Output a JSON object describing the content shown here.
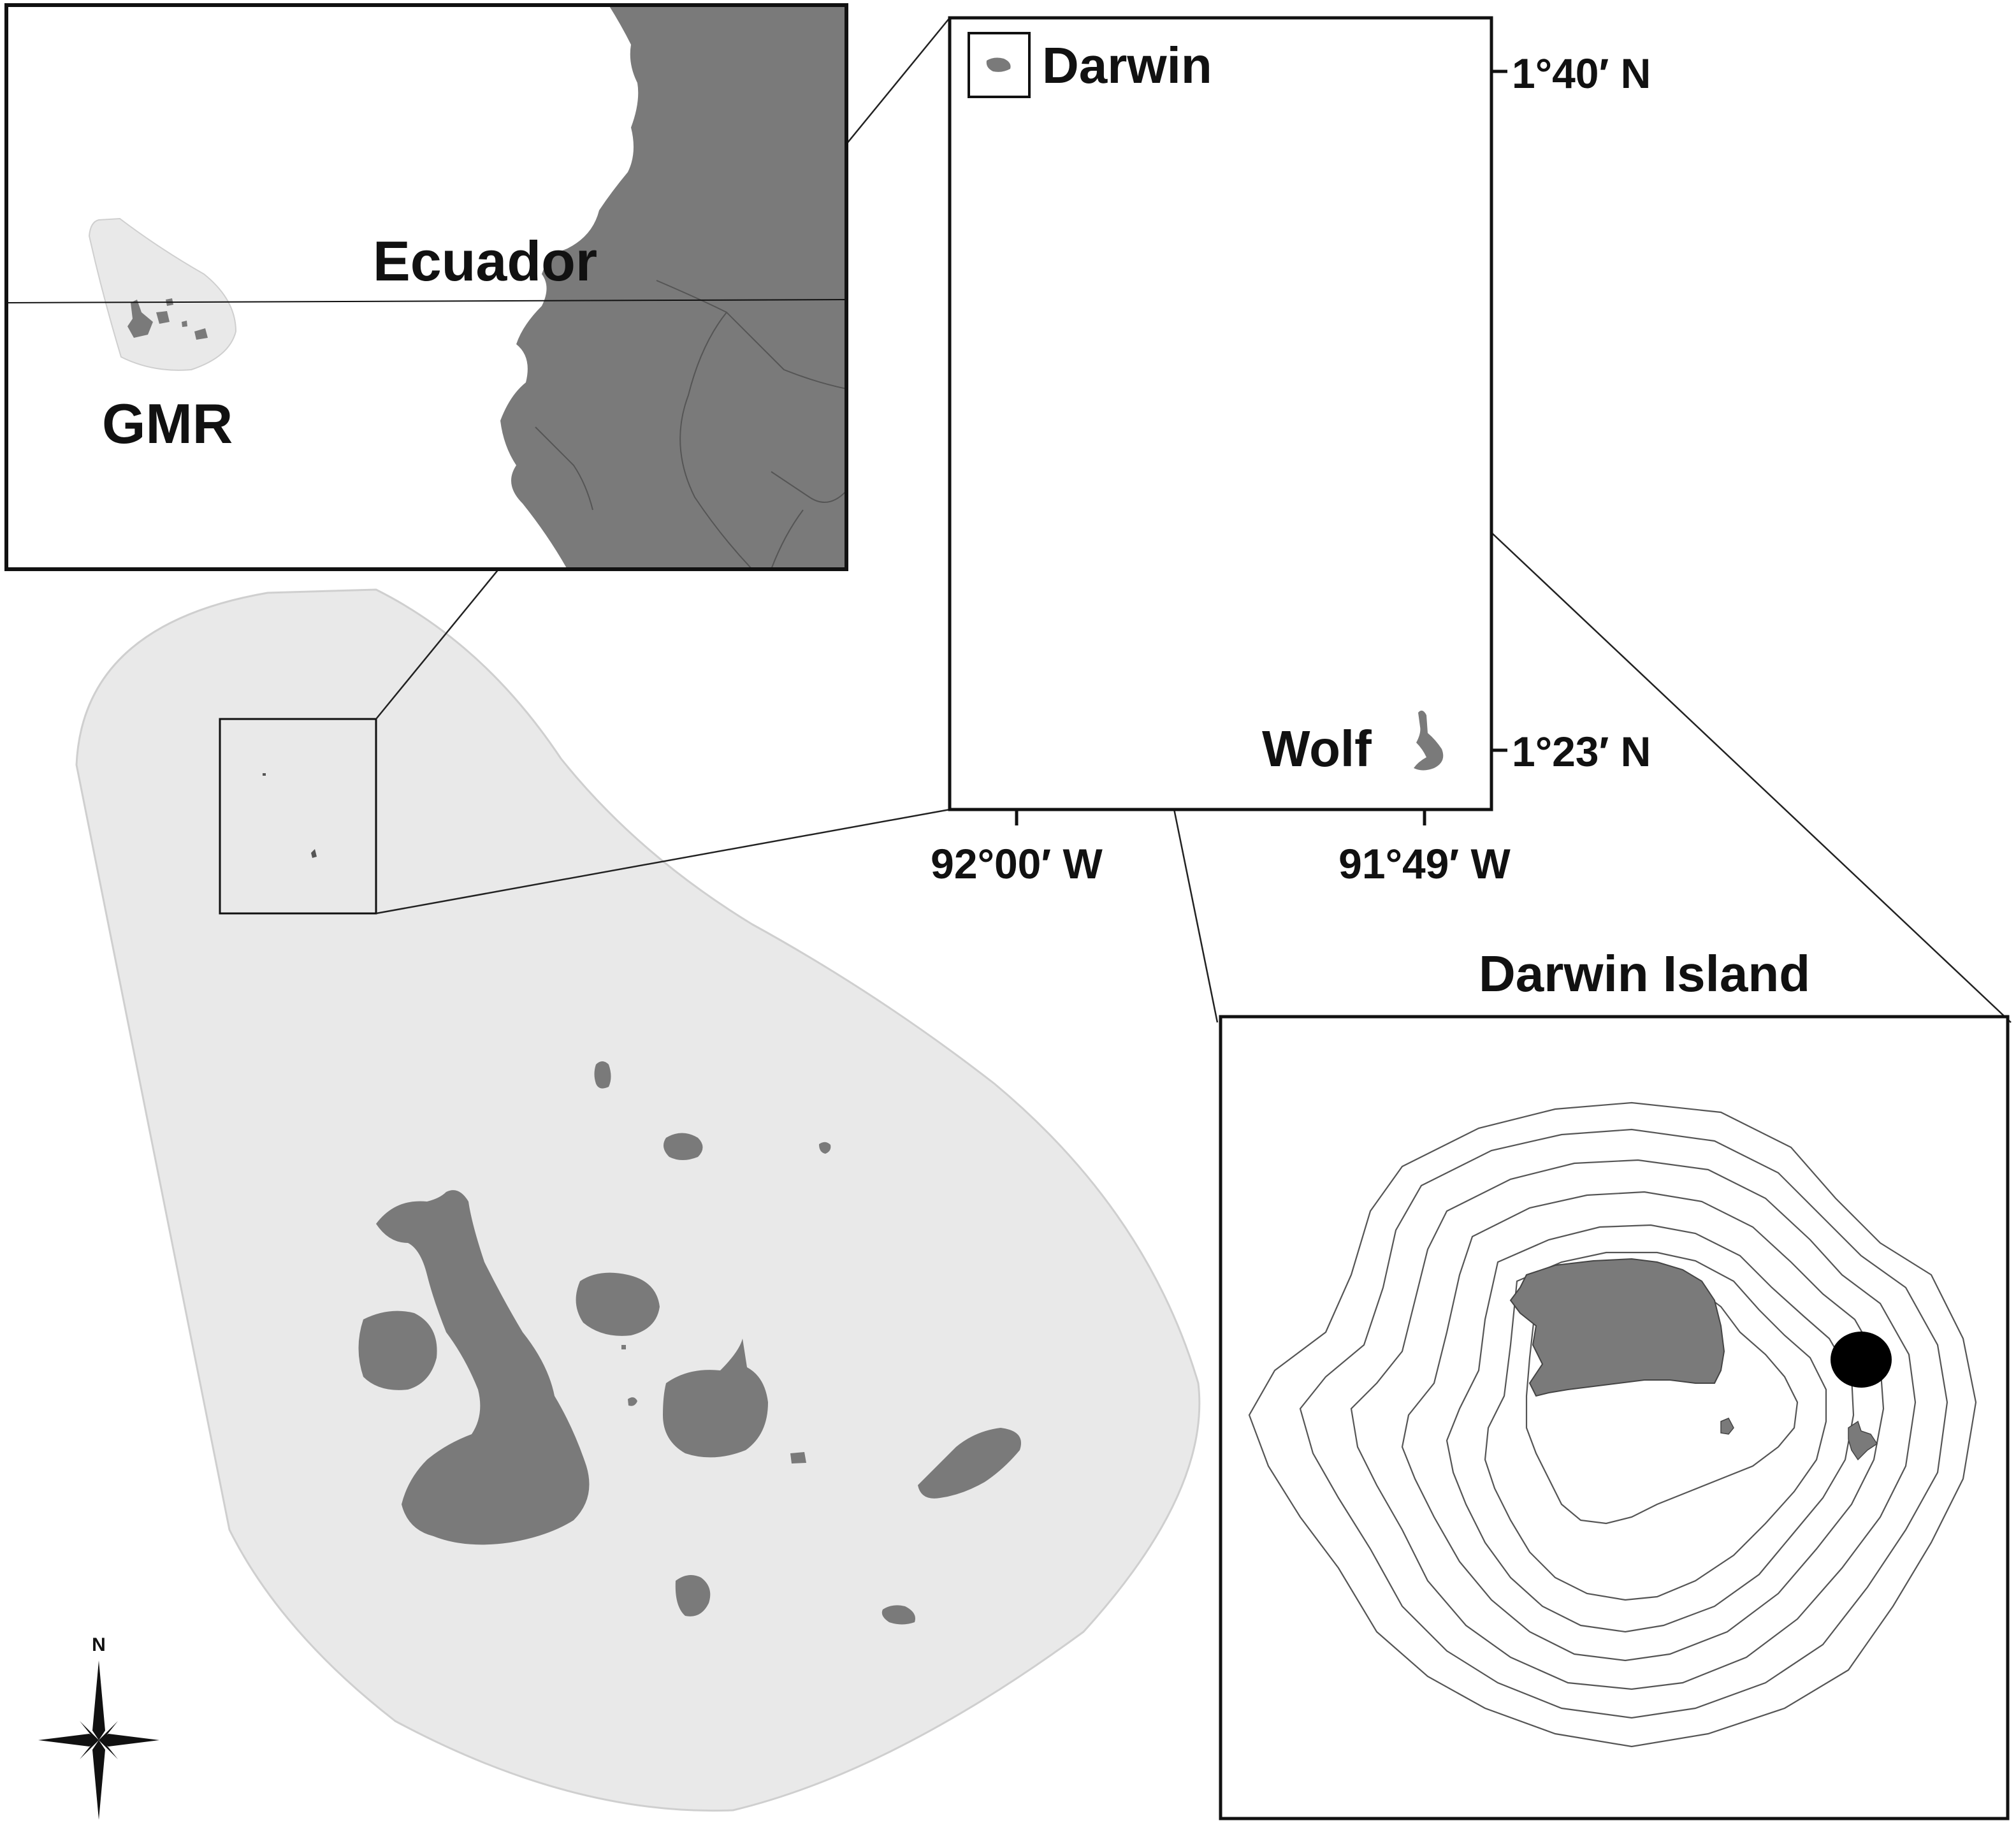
{
  "inset_overview": {
    "country_label": "Ecuador",
    "reserve_label": "GMR"
  },
  "inset_darwin_wolf": {
    "island_labels": {
      "darwin": "Darwin",
      "wolf": "Wolf"
    },
    "lat_ticks": [
      "1°40′ N",
      "1°23′ N"
    ],
    "lon_ticks": [
      "92°00′ W",
      "91°49′ W"
    ]
  },
  "inset_darwin_island": {
    "title": "Darwin Island"
  },
  "north_arrow": {
    "label": "N"
  },
  "colors": {
    "land": "#7a7a7a",
    "reserve": "#e9e9e9",
    "frame": "#111111",
    "site_marker": "#000000"
  }
}
